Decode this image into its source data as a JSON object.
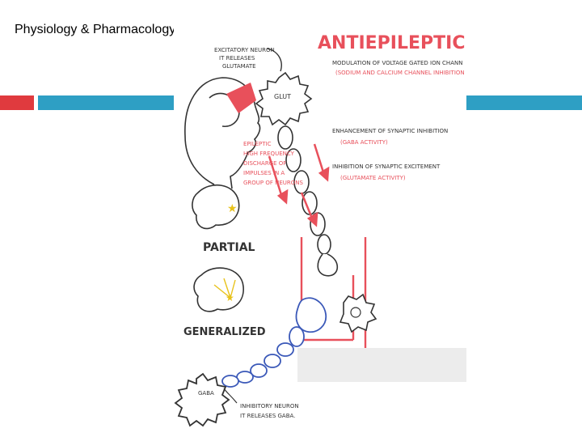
{
  "slide": {
    "title": "Physiology & Pharmacology"
  },
  "colors": {
    "accent_red": "#e03a3e",
    "accent_blue": "#2e9fc4",
    "ink": "#333333",
    "sketch_red": "#e8505b",
    "sketch_blue": "#3a58b8",
    "sketch_yellow": "#e8c21a"
  },
  "figure": {
    "heading": "ANTIEPILEPTIC DRUGS",
    "excitatory_note": [
      "EXCITATORY NEURON",
      "IT RELEASES",
      "GLUTAMATE"
    ],
    "glut_label": "GLUT",
    "epileptic_note": [
      "EPILEPTIC",
      "HIGH FREQUENCY",
      "DISCHARGE OF",
      "IMPULSES IN A",
      "GROUP OF NEURONS"
    ],
    "mechanism_1": "MODULATION OF VOLTAGE GATED ION CHANN",
    "mechanism_1_sub": "(SODIUM AND CALCIUM CHANNEL INHIBITION",
    "mechanism_2": "ENHANCEMENT OF SYNAPTIC INHIBITION",
    "mechanism_2_sub": "(GABA ACTIVITY)",
    "mechanism_3": "INHIBITION OF SYNAPTIC EXCITEMENT",
    "mechanism_3_sub": "(GLUTAMATE ACTIVITY)",
    "partial_label": "PARTIAL",
    "generalized_label": "GENERALIZED",
    "gaba_label": "GABA",
    "inhibitory_note": [
      "INHIBITORY NEURON",
      "IT RELEASES GABA."
    ]
  }
}
